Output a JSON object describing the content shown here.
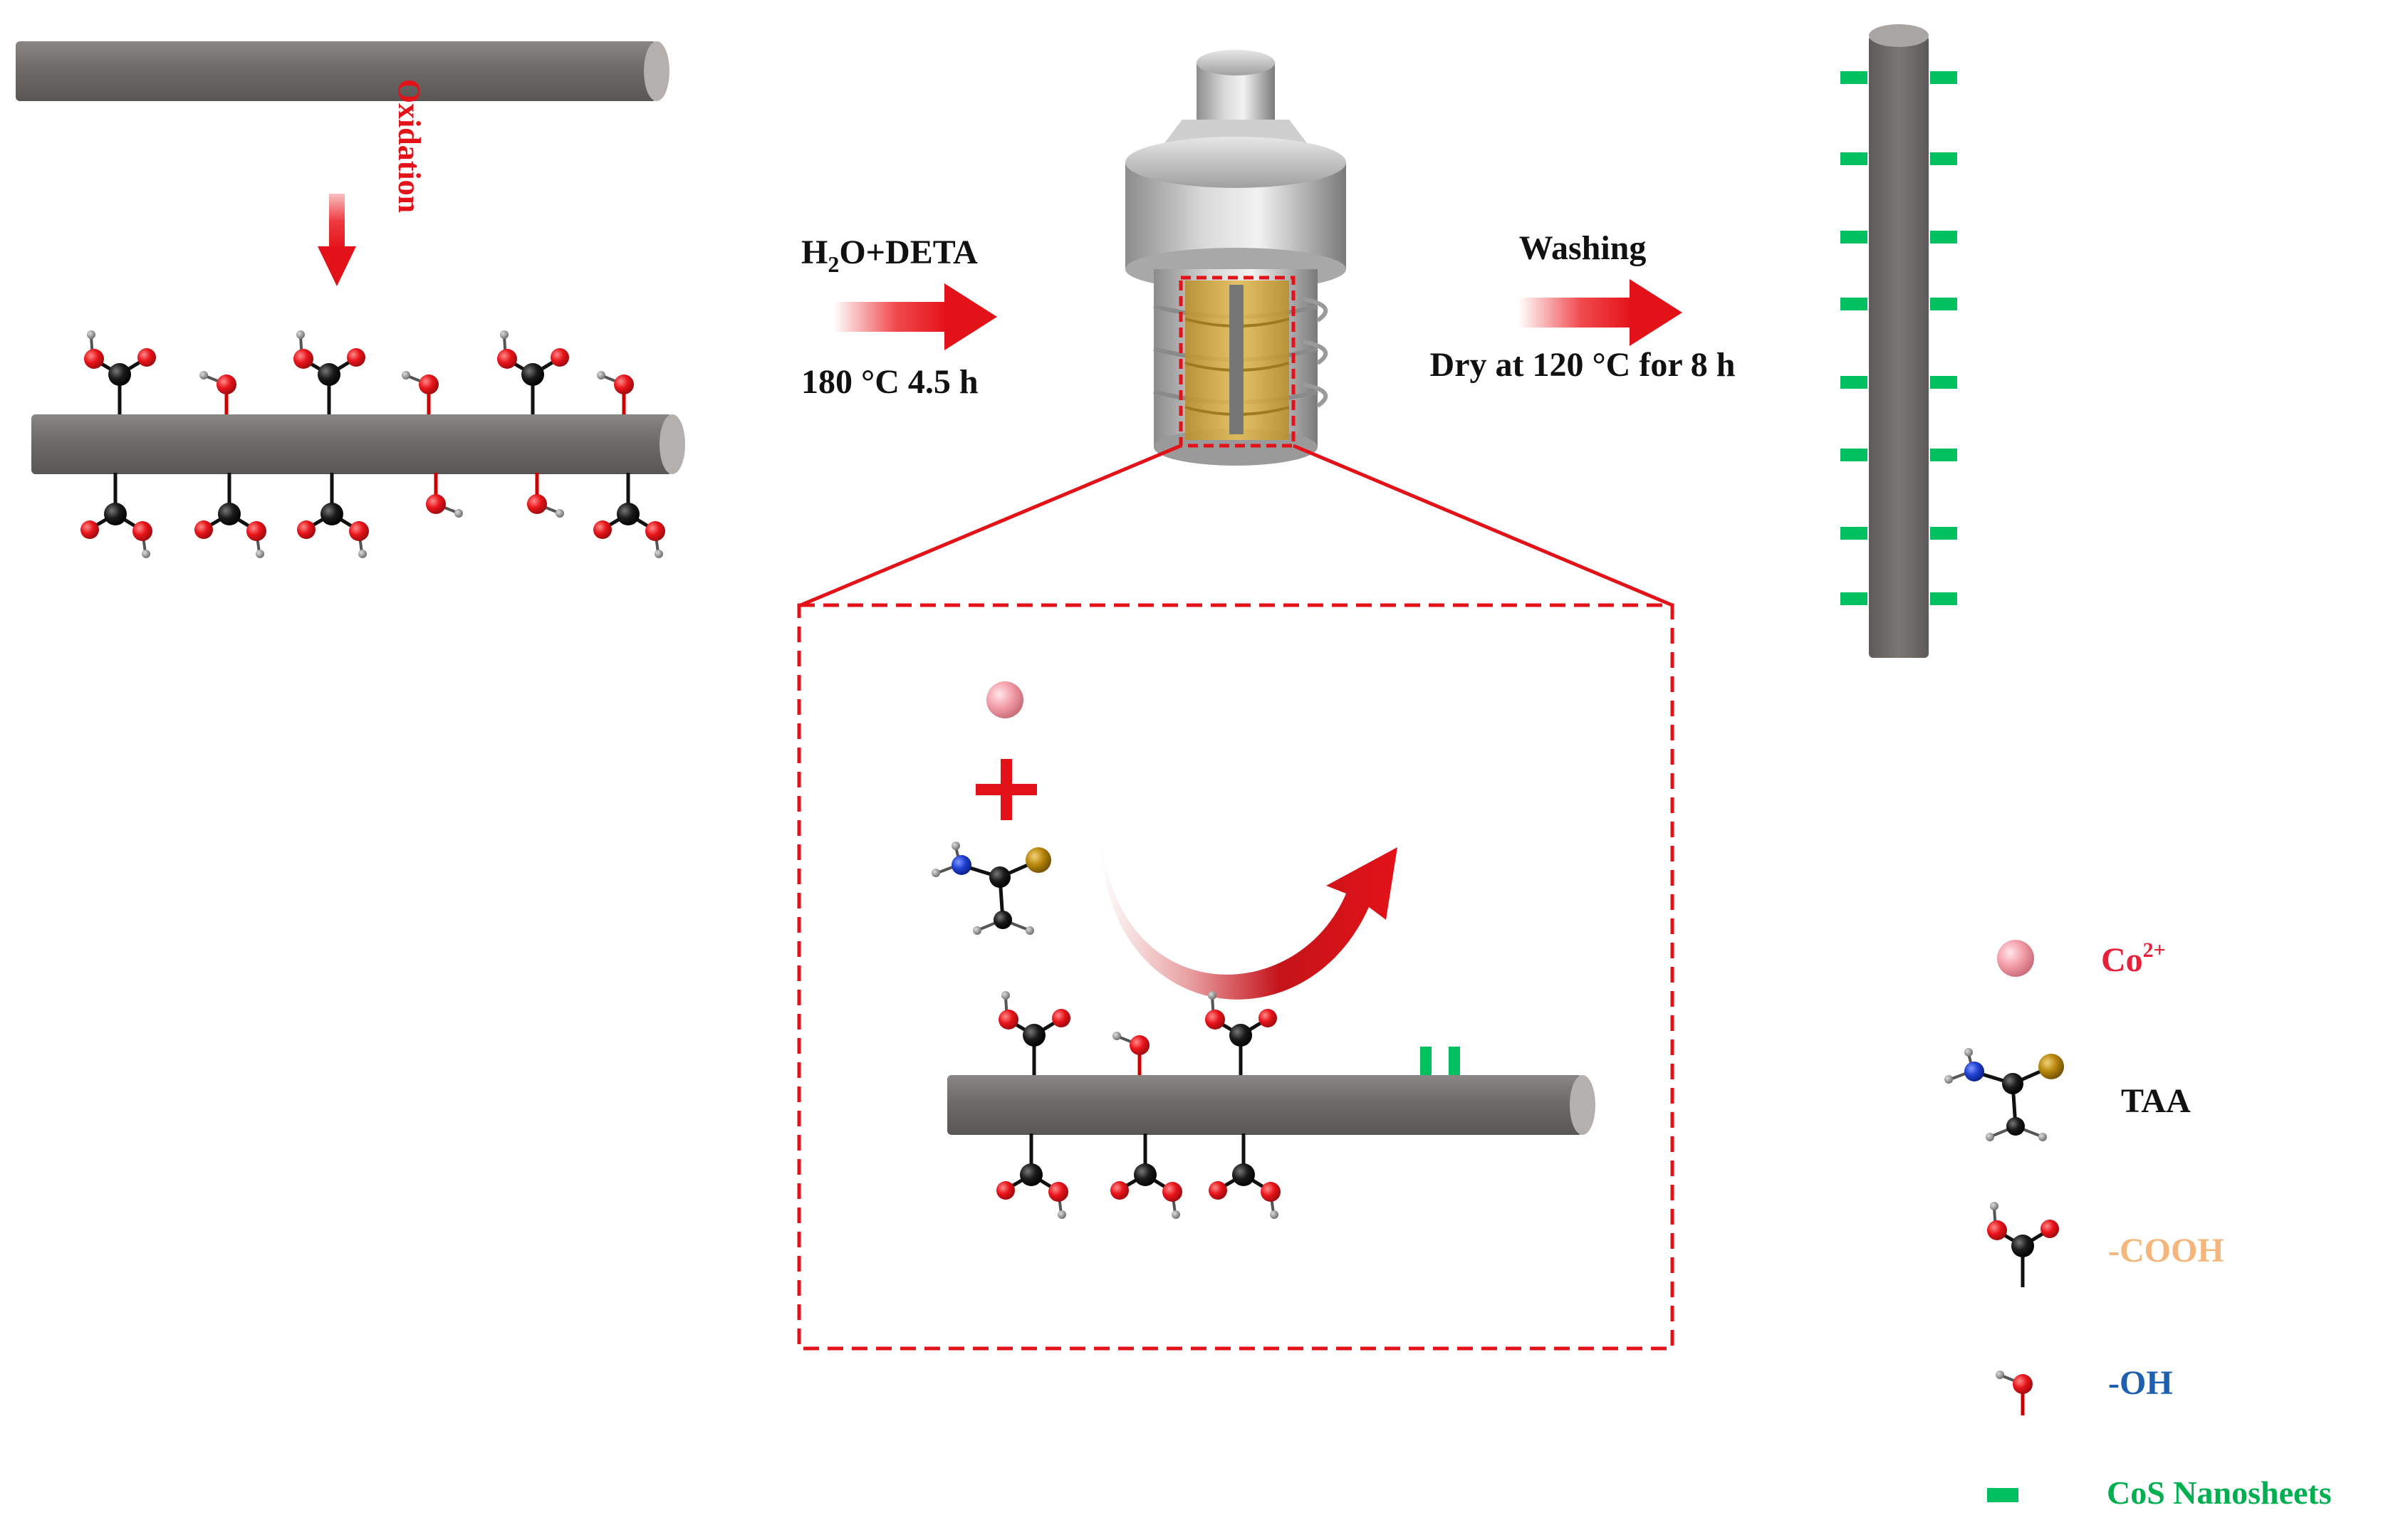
{
  "labels": {
    "oxidation": "Oxidation",
    "step1_top_prefix": "H",
    "step1_top_sub": "2",
    "step1_top_suffix": "O+DETA",
    "step1_bottom": "180 °C 4.5 h",
    "step2_top": "Washing",
    "step2_bottom": "Dry at 120 °C for 8 h"
  },
  "legend": {
    "co_base": "Co",
    "co_sup": "2+",
    "taa": "TAA",
    "cooh": "-COOH",
    "oh": "-OH",
    "cos": "CoS Nanosheets"
  },
  "colors": {
    "rod": "#6f6b69",
    "oxygen": "#e8141a",
    "carbon": "#1a1a1a",
    "hydrogen": "#8a8a8a",
    "nitrogen": "#1f3fd0",
    "sulfur": "#b8860b",
    "cobalt": "#f4a0aa",
    "cos_green": "#00c060",
    "arrow_red": "#e31218",
    "co_text": "#e8203a",
    "cooh_text": "#f5b67c",
    "oh_text": "#1f5fb0",
    "cos_text": "#00b050",
    "dashed_box": "#e31218"
  }
}
